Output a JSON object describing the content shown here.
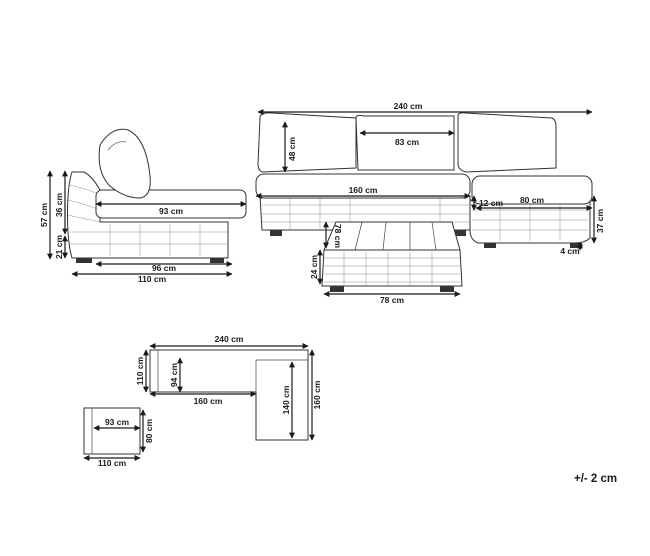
{
  "diagram": {
    "tolerance": "+/- 2 cm",
    "side_chair": {
      "total_height": "57 cm",
      "back_height": "36 cm",
      "seat_height": "21 cm",
      "seat_depth": "93 cm",
      "base_depth": "96 cm",
      "total_depth": "110 cm"
    },
    "sofa_front": {
      "total_width": "240 cm",
      "back_cushion_height": "48 cm",
      "cushion_width": "83 cm",
      "seat_width": "160 cm",
      "chaise_seat_height": "12 cm",
      "chaise_seat_depth": "80 cm",
      "chaise_height": "37 cm",
      "leg_height": "4 cm"
    },
    "table": {
      "height": "24 cm",
      "top_depth": "78 cm",
      "width": "78 cm"
    },
    "top_view": {
      "total_width": "240 cm",
      "depth_left": "110 cm",
      "seat_depth": "94 cm",
      "seat_width": "160 cm",
      "chaise_inner_length": "140 cm",
      "chaise_total_length": "160 cm"
    },
    "chair_top_view": {
      "seat_width": "93 cm",
      "depth": "80 cm",
      "width": "110 cm"
    }
  }
}
